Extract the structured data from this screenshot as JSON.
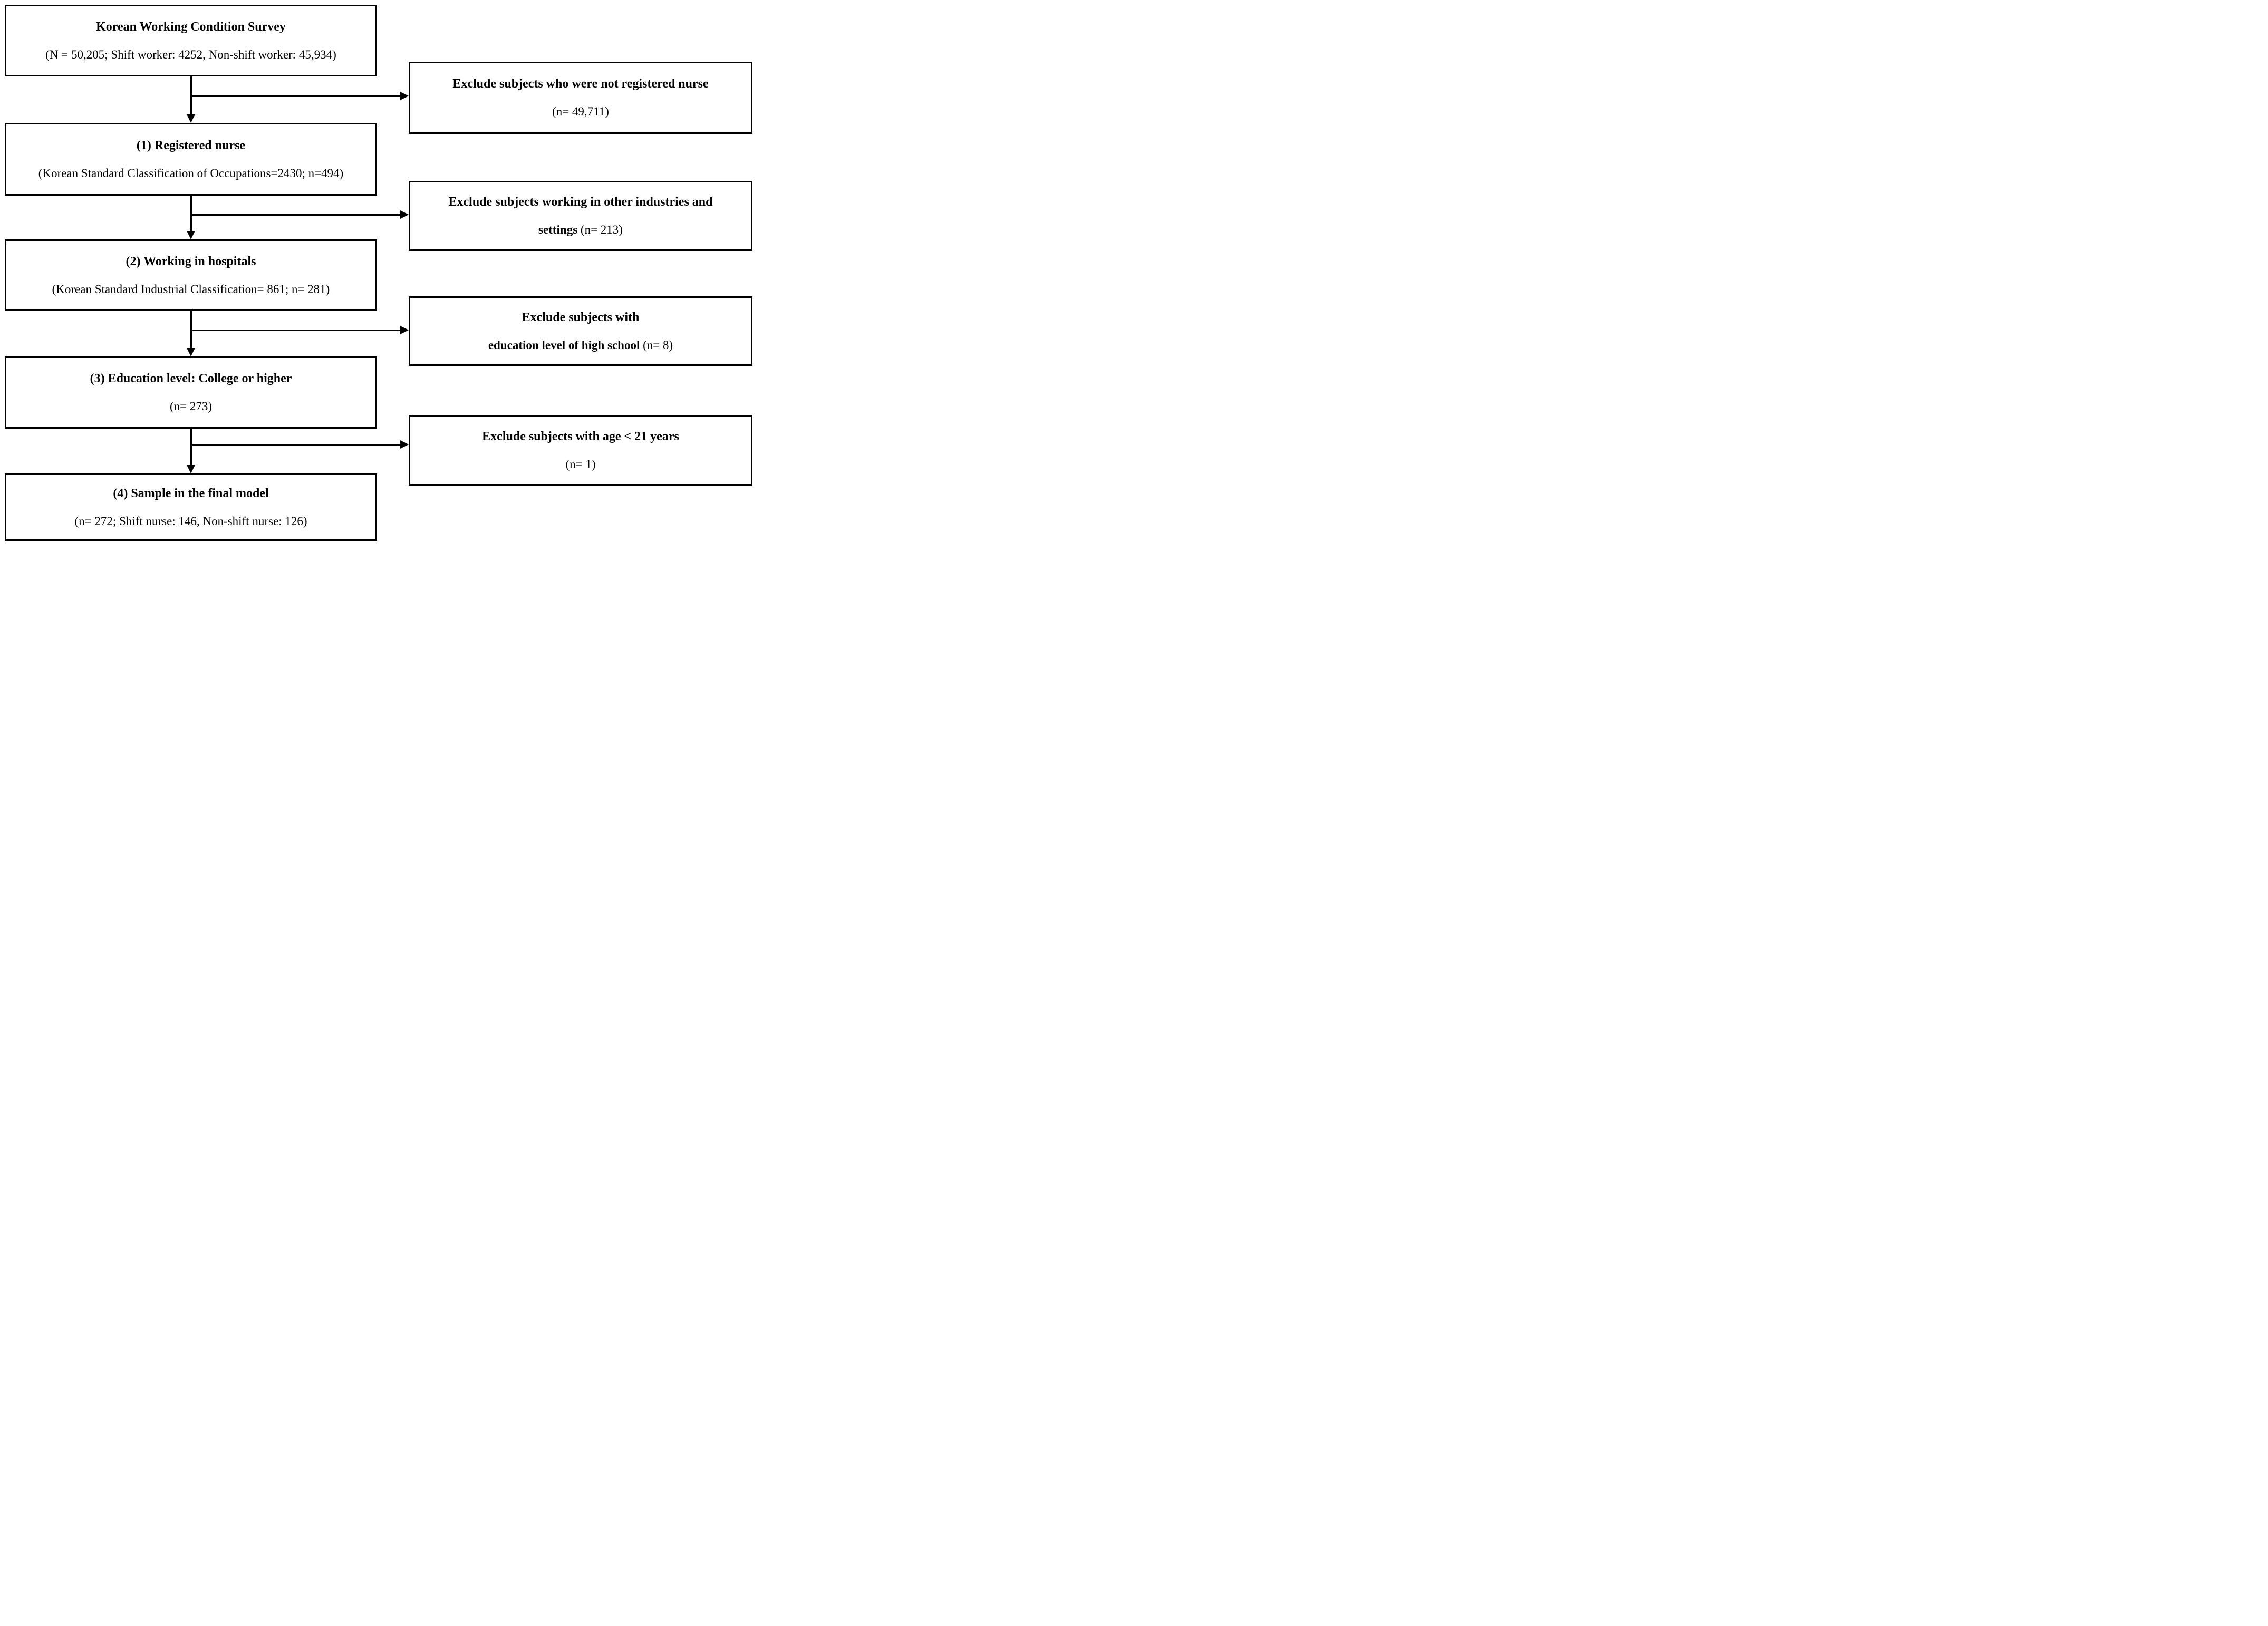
{
  "colors": {
    "background": "#ffffff",
    "line": "#000000"
  },
  "flow_boxes": [
    {
      "title": "Korean Working Condition Survey",
      "subtitle": "(N = 50,205; Shift worker: 4252, Non-shift worker: 45,934)"
    },
    {
      "title": "(1) Registered nurse",
      "subtitle": "(Korean Standard Classification of Occupations=2430; n=494)"
    },
    {
      "title": "(2) Working in hospitals",
      "subtitle": "(Korean Standard Industrial Classification= 861; n= 281)"
    },
    {
      "title": "(3) Education level: College or higher",
      "subtitle": "(n= 273)"
    },
    {
      "title": "(4) Sample in the final model",
      "subtitle": "(n= 272; Shift nurse: 146, Non-shift nurse: 126)"
    }
  ],
  "exclusion_boxes": [
    {
      "line1": "Exclude subjects who were not registered nurse",
      "line2_bold": "",
      "line2_regular": "(n= 49,711)"
    },
    {
      "line1": "Exclude subjects working in other industries and",
      "line2_bold": "settings ",
      "line2_regular": "(n= 213)"
    },
    {
      "line1": "Exclude subjects with",
      "line2_bold": "education level of high school ",
      "line2_regular": "(n= 8)"
    },
    {
      "line1": "Exclude subjects with age < 21 years",
      "line2_bold": "",
      "line2_regular": "(n= 1)"
    }
  ]
}
